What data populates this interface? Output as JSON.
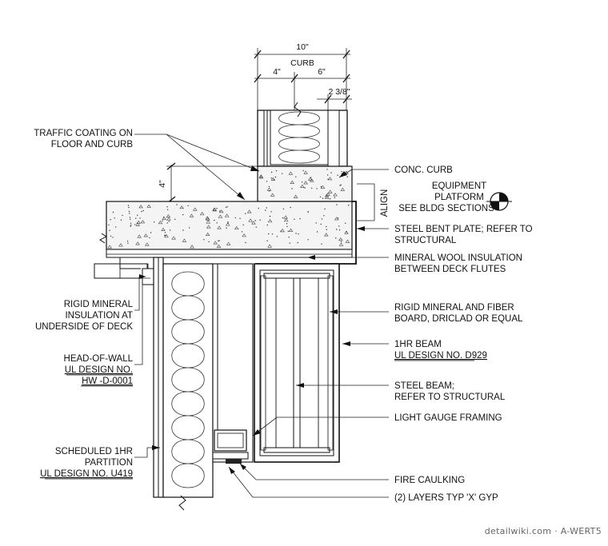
{
  "dimensions": {
    "overall": "10\"",
    "curb": "CURB",
    "left": "4\"",
    "right": "6\"",
    "plate": "2 3/8\"",
    "curb_height": "4\""
  },
  "align": "ALIGN",
  "labels_left": [
    {
      "lines": [
        "TRAFFIC COATING ON",
        "FLOOR AND CURB"
      ]
    },
    {
      "lines": [
        "RIGID MINERAL",
        "INSULATION AT",
        "UNDERSIDE OF DECK"
      ]
    },
    {
      "lines": [
        "HEAD-OF-WALL"
      ],
      "ul_lines": [
        "UL DESIGN NO.",
        "HW -D-0001"
      ]
    },
    {
      "lines": [
        "SCHEDULED 1HR",
        "PARTITION"
      ],
      "ul_lines": [
        "UL DESIGN NO. U419"
      ]
    }
  ],
  "labels_right": [
    {
      "lines": [
        "CONC. CURB"
      ]
    },
    {
      "lines": [
        "STEEL BENT PLATE; REFER TO",
        "STRUCTURAL"
      ]
    },
    {
      "lines": [
        "MINERAL WOOL INSULATION",
        "BETWEEN DECK FLUTES"
      ]
    },
    {
      "lines": [
        "RIGID MINERAL AND FIBER",
        "BOARD, DRICLAD OR EQUAL"
      ]
    },
    {
      "lines": [
        "1HR BEAM"
      ],
      "ul_lines": [
        "UL DESIGN NO. D929"
      ]
    },
    {
      "lines": [
        "STEEL BEAM;",
        "REFER TO STRUCTURAL"
      ]
    },
    {
      "lines": [
        "LIGHT GAUGE FRAMING"
      ]
    },
    {
      "lines": [
        "FIRE CAULKING"
      ]
    },
    {
      "lines": [
        "(2) LAYERS TYP 'X' GYP"
      ]
    }
  ],
  "section_ref": {
    "lines": [
      "EQUIPMENT",
      "PLATFORM",
      "SEE BLDG SECTIONS"
    ]
  },
  "watermark": "detailwiki.com · A-WERT5"
}
